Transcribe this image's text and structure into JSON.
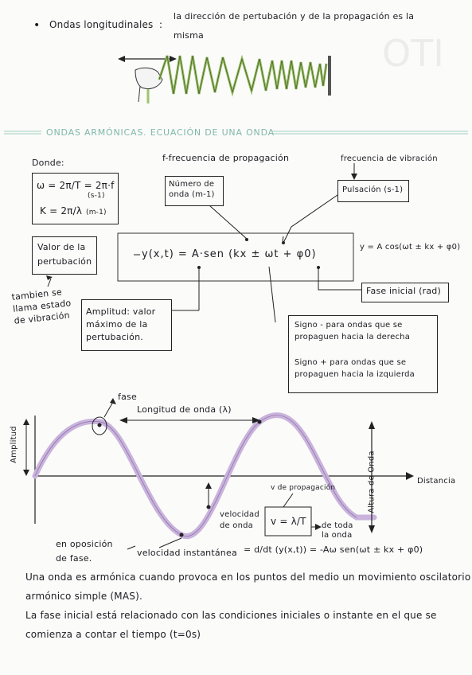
{
  "header": {
    "bullet_title": "Ondas longitudinales",
    "colon": ":",
    "definition_line1": "la dirección de pertubación y de la propagación es la",
    "definition_line2": "misma"
  },
  "section_title": "ONDAS ARMÓNICAS. ECUACIÓN DE UNA ONDA",
  "donde": {
    "label": "Donde:",
    "omega_formula": "ω = 2π/T = 2π·f",
    "omega_units": "(s-1)",
    "k_formula": "K = 2π/λ",
    "k_units": "(m-1)"
  },
  "labels": {
    "f_frequency": "f-frecuencia de propagación",
    "frecuencia_vibracion": "frecuencia de vibración",
    "numero_onda": "Número de onda (m-1)",
    "pulsacion": "Pulsación (s-1)",
    "valor_perturbacion": "Valor de la pertubación",
    "tambien_llama": "tambien se llama estado de vibración",
    "amplitud": "Amplitud: valor máximo de la pertubación.",
    "fase_inicial": "Fase inicial (rad)",
    "signo_menos": "Signo - para ondas que se propaguen hacia la derecha",
    "signo_mas": "Signo + para ondas que se propaguen hacia la izquierda"
  },
  "equation": {
    "main": "y(x,t) = A·sen (kx ± ωt + φ0)",
    "alt": "y = A cos(ωt ± kx + φ0)"
  },
  "graph": {
    "fase": "fase",
    "longitud_onda": "Longitud de onda (λ)",
    "amplitud_axis": "Amplitud",
    "distancia": "Distancia",
    "altura_onda": "Altura de Onda",
    "v_propagacion": "v de propagación",
    "velocidad_onda": "velocidad de onda",
    "v_formula": "v = λ/T",
    "de_toda_onda": "de toda la onda",
    "oposicion_fase": "en oposición de fase.",
    "velocidad_instantanea": "velocidad instantánea",
    "derivative": "= d/dt (y(x,t)) = -Aω sen(ωt ± kx + φ0)"
  },
  "footer": {
    "line1": "Una onda es armónica cuando provoca en los puntos del medio un movimiento oscilatorio",
    "line2": "armónico simple (MAS).",
    "line3": "La fase inicial está relacionado con las condiciones iniciales o instante en el que se",
    "line4": "comienza a contar el tiempo (t=0s)"
  },
  "colors": {
    "spring": "#9fc46a",
    "wave": "#c9b3dc",
    "title": "#7fb8a9"
  }
}
